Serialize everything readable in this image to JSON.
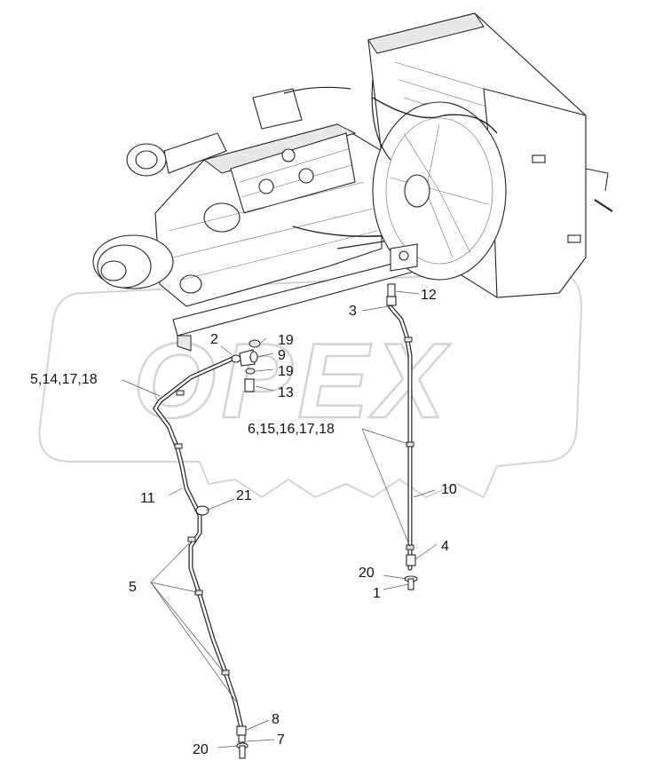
{
  "watermark": {
    "text": "OPEX"
  },
  "callouts": {
    "c1": "1",
    "c2": "2",
    "c3": "3",
    "c4": "4",
    "c5a": "5,14,17,18",
    "c5b": "5",
    "c6": "6,15,16,17,18",
    "c7": "7",
    "c8": "8",
    "c9": "9",
    "c10": "10",
    "c11": "11",
    "c12": "12",
    "c13": "13",
    "c19a": "19",
    "c19b": "19",
    "c20a": "20",
    "c20b": "20",
    "c21": "21"
  }
}
